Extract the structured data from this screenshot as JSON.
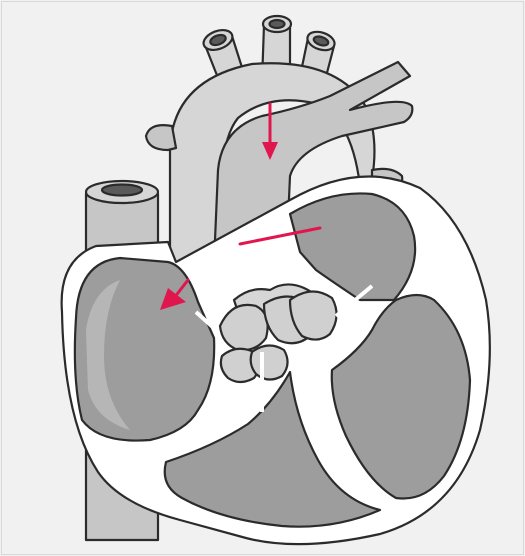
{
  "figure": {
    "subject": "heart-cross-section",
    "labels": [],
    "colors": {
      "background": "#f1f1f1",
      "frame": "#d8d8d8",
      "outline": "#2b2b2b",
      "vessel_light": "#d6d6d6",
      "vessel_mid": "#c6c6c6",
      "wall_white": "#ffffff",
      "chamber_gray": "#9d9d9d",
      "arrow_red": "#e0174f"
    },
    "arrows": [
      {
        "name": "flow-arrow-aorta",
        "direction": "down"
      },
      {
        "name": "flow-arrow-atrium",
        "direction": "down-left"
      }
    ]
  }
}
